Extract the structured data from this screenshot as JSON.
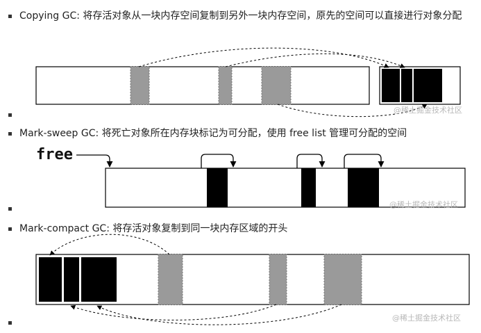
{
  "sections": [
    {
      "id": "copying",
      "text": "Copying GC: 将存活对象从一块内存空间复制到另外一块内存空间，原先的空间可以直接进行对象分配"
    },
    {
      "id": "mark-sweep",
      "text": "Mark-sweep GC: 将死亡对象所在内存块标记为可分配，使用 free list 管理可分配的空间",
      "free_label": "free"
    },
    {
      "id": "mark-compact",
      "text": "Mark-compact GC: 将存活对象复制到同一块内存区域的开头"
    }
  ],
  "watermark": "@稀土掘金技术社区",
  "colors": {
    "live_object": "#9a9a9a",
    "filled_object": "#000000",
    "outline": "#000000"
  }
}
